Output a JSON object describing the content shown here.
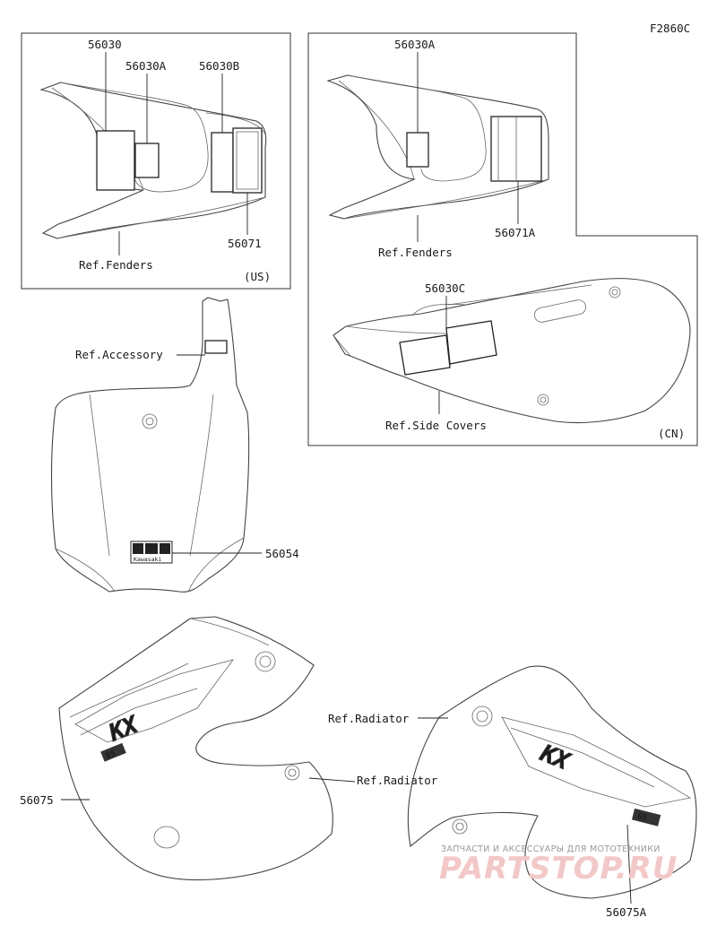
{
  "figure_code": "F2860C",
  "us_box": {
    "region_label": "(US)",
    "fenders_ref": "Ref.Fenders",
    "parts": [
      "56030",
      "56030A",
      "56030B",
      "56071"
    ]
  },
  "cn_box": {
    "region_label": "(CN)",
    "fenders_ref": "Ref.Fenders",
    "side_covers_ref": "Ref.Side Covers",
    "parts": [
      "56030A",
      "56071A",
      "56030C"
    ]
  },
  "number_plate": {
    "accessory_ref": "Ref.Accessory",
    "part": "56054",
    "logo_text": "Kawasaki"
  },
  "shrouds": {
    "left_part": "56075",
    "right_part": "56075A",
    "radiator_ref_left": "Ref.Radiator",
    "radiator_ref_right": "Ref.Radiator",
    "graphic_text": "KX",
    "graphic_badge": "65"
  },
  "watermark": {
    "tagline": "ЗАПЧАСТИ И АКСЕССУАРЫ ДЛЯ МОТОТЕХНИКИ",
    "brand": "PARTSTOP.RU"
  },
  "colors": {
    "line": "#333333",
    "watermark_brand": "#f3c8c8",
    "watermark_tagline": "#9a9a9a"
  }
}
